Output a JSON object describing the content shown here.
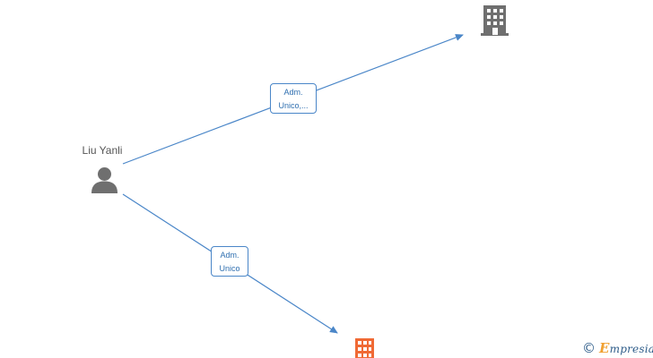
{
  "person": {
    "name": "Liu Yanli",
    "icon": "person-icon"
  },
  "companies": [
    {
      "id": "company-top",
      "icon": "building-icon",
      "color": "#6f6f6f"
    },
    {
      "id": "company-bottom",
      "icon": "building-icon",
      "color": "#f06a35"
    }
  ],
  "relations": [
    {
      "from": "person",
      "to": "company-top",
      "label_line1": "Adm.",
      "label_line2": "Unico,..."
    },
    {
      "from": "person",
      "to": "company-bottom",
      "label_line1": "Adm.",
      "label_line2": "Unico"
    }
  ],
  "watermark": {
    "copyright_symbol": "©",
    "brand_first": "E",
    "brand_rest": "mpresia"
  },
  "colors": {
    "edge": "#4a86c8",
    "label_text": "#2f6fb0",
    "person_icon": "#6f6f6f"
  }
}
